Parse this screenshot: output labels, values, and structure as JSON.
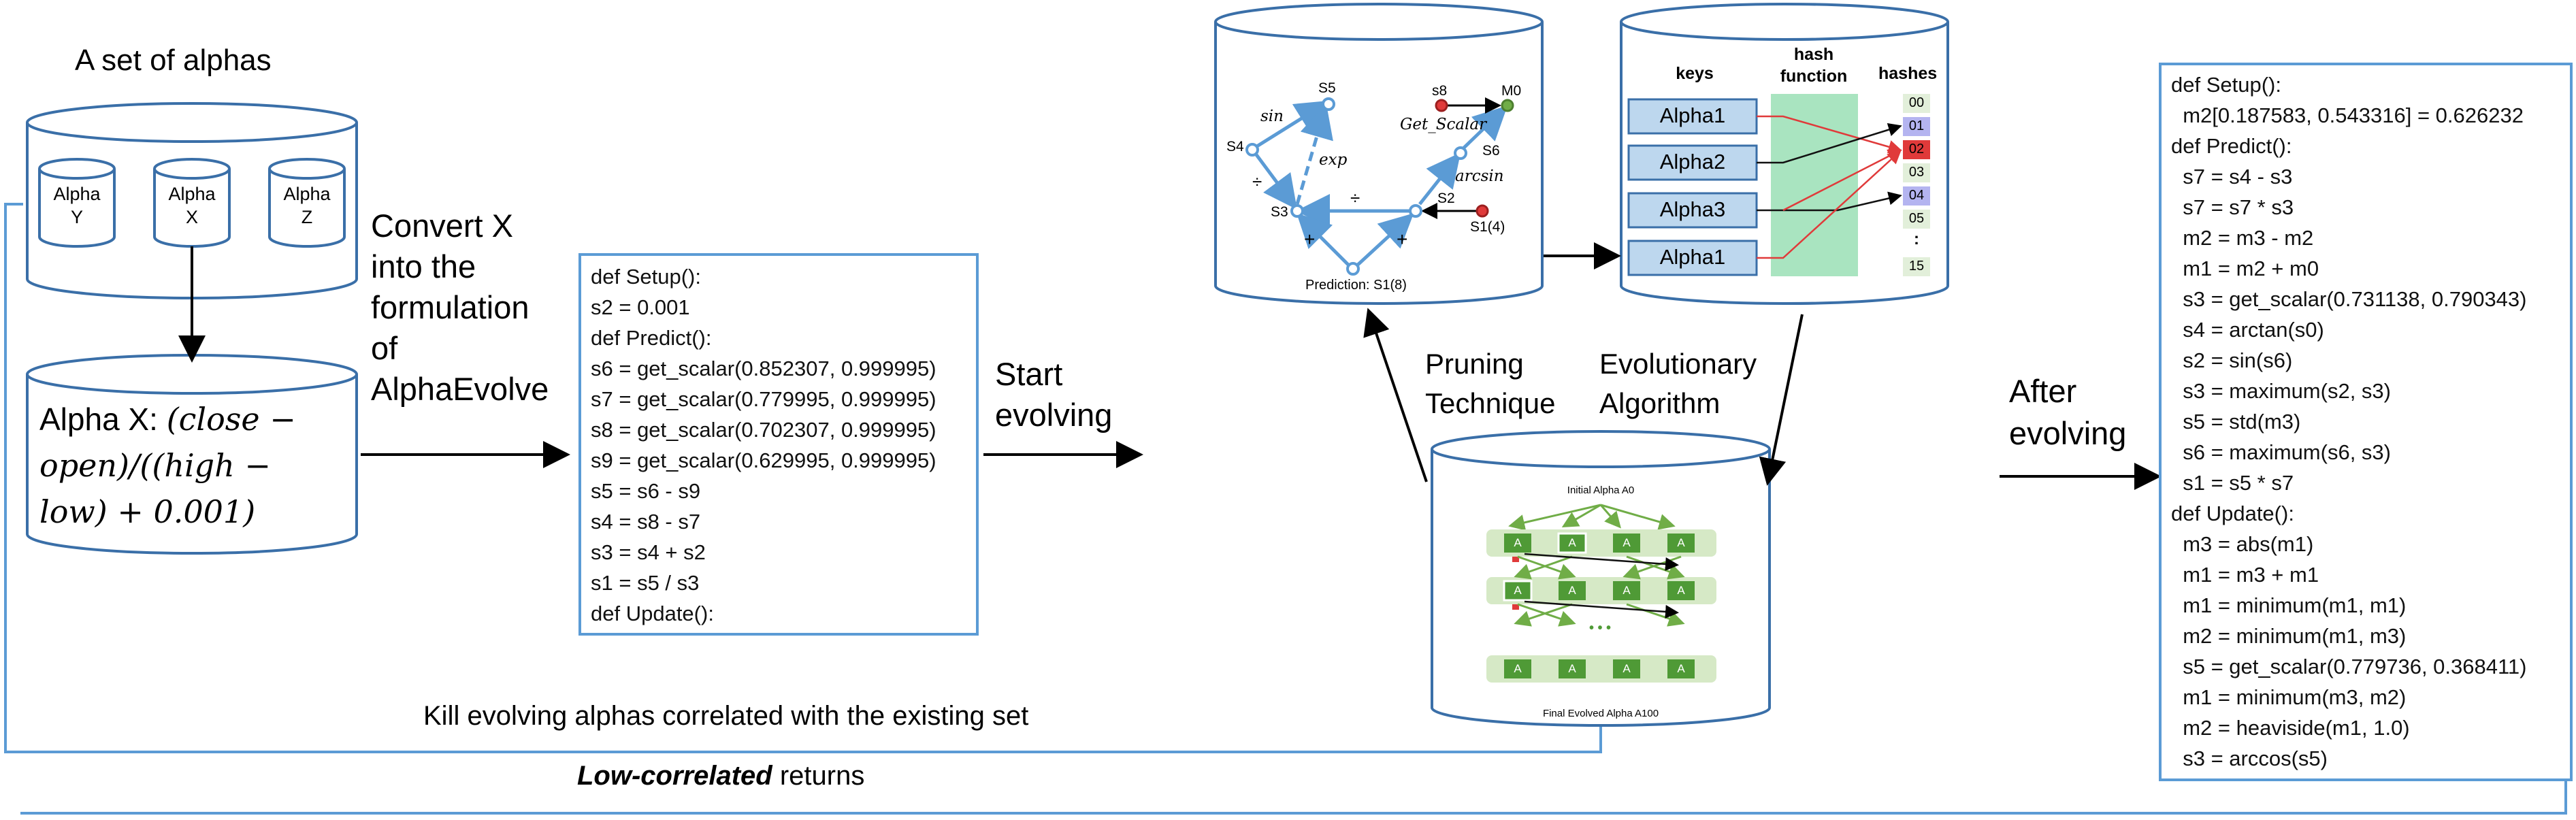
{
  "set_title": "A set of alphas",
  "alphas": [
    {
      "line1": "Alpha",
      "line2": "Y"
    },
    {
      "line1": "Alpha",
      "line2": "X"
    },
    {
      "line1": "Alpha",
      "line2": "Z"
    }
  ],
  "alpha_x_prefix": "Alpha X: ",
  "alpha_x_formula_l1": "(close −",
  "alpha_x_formula_l2": "open)/((high −",
  "alpha_x_formula_l3": "low) + 0.001)",
  "convert_label": [
    "Convert X",
    "into the",
    "formulation",
    "of",
    "AlphaEvolve"
  ],
  "start_label": [
    "Start",
    "evolving"
  ],
  "after_label": [
    "After",
    "evolving"
  ],
  "pruning_label": [
    "Pruning",
    "Technique"
  ],
  "evolutionary_label": [
    "Evolutionary",
    "Algorithm"
  ],
  "kill_label": "Kill evolving alphas correlated with the existing set",
  "low_corr_bold": "Low-correlated",
  "low_corr_rest": " returns",
  "code_before": [
    "def Setup():",
    "s2 = 0.001",
    "def Predict():",
    "s6 = get_scalar(0.852307, 0.999995)",
    "s7 = get_scalar(0.779995, 0.999995)",
    "s8 = get_scalar(0.702307, 0.999995)",
    "s9 = get_scalar(0.629995, 0.999995)",
    "s5 = s6 - s9",
    "s4 = s8 - s7",
    "s3 = s4 + s2",
    "s1 = s5 / s3",
    "def Update():"
  ],
  "code_after": [
    "def Setup():",
    "  m2[0.187583, 0.543316] = 0.626232",
    "def Predict():",
    "  s7 = s4 - s3",
    "  s7 = s7 * s3",
    "  m2 = m3 - m2",
    "  m1 = m2 + m0",
    "  s3 = get_scalar(0.731138, 0.790343)",
    "  s4 = arctan(s0)",
    "  s2 = sin(s6)",
    "  s3 = maximum(s2, s3)",
    "  s5 = std(m3)",
    "  s6 = maximum(s6, s3)",
    "  s1 = s5 * s7",
    "def Update():",
    "  m3 = abs(m1)",
    "  m1 = m3 + m1",
    "  m1 = minimum(m1, m1)",
    "  m2 = minimum(m1, m3)",
    "  s5 = get_scalar(0.779736, 0.368411)",
    "  m1 = minimum(m3, m2)",
    "  m2 = heaviside(m1, 1.0)",
    "  s3 = arccos(s5)"
  ],
  "graph": {
    "nodes": {
      "S5": "S5",
      "S4": "S4",
      "S3": "S3",
      "S2": "S2",
      "S6": "S6",
      "M0": "M0",
      "s8": "s8",
      "S1_4": "S1(4)"
    },
    "edges": {
      "sin": "sin",
      "exp": "exp",
      "get_scalar": "Get_Scalar",
      "arcsin": "arcsin",
      "div1": "÷",
      "div2": "÷",
      "plus1": "+",
      "plus2": "+"
    },
    "prediction": "Prediction: S1(8)"
  },
  "hash": {
    "keys_header": "keys",
    "function_header_1": "hash",
    "function_header_2": "function",
    "hashes_header": "hashes",
    "keys": [
      "Alpha1",
      "Alpha2",
      "Alpha3",
      "Alpha1"
    ],
    "buckets": [
      "00",
      "01",
      "02",
      "03",
      "04",
      "05",
      ":",
      "15"
    ]
  },
  "evo": {
    "initial": "Initial Alpha A0",
    "final": "Final Evolved Alpha A100",
    "cell": "A",
    "dots": "• • •"
  },
  "colors": {
    "flow_blue": "#5b9bd5",
    "graph_blue": "#5b9bd5",
    "key_fill": "#bdd7ee",
    "hash_green": "#a9e4c0",
    "bucket_purple": "#b4b4f0",
    "bucket_red": "#e03a3a",
    "evo_green": "#70ad47"
  }
}
